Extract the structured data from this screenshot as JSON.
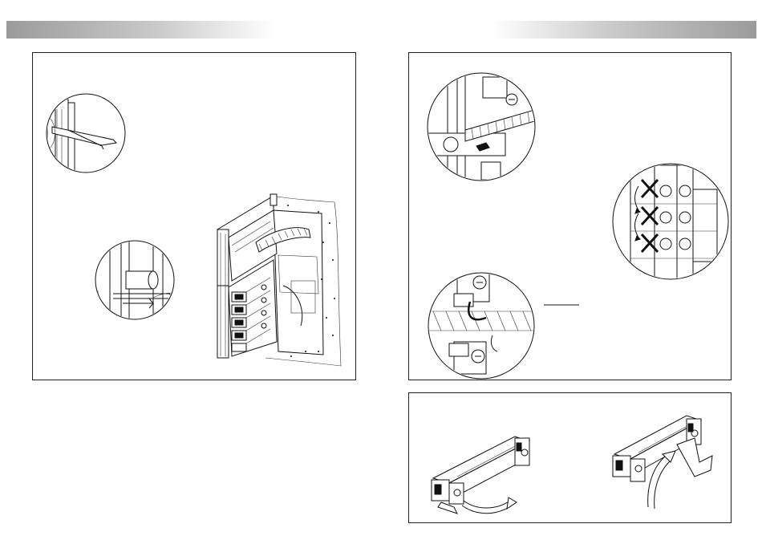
{
  "page": {
    "header_left_color": "#9b9b9b",
    "header_right_color": "#9b9b9b",
    "border_color": "#222222"
  },
  "figures": {
    "a": {
      "icons": [
        "hex-key-detail",
        "hinge-pin-detail",
        "door-panel-assembly"
      ]
    },
    "b": {
      "icons": [
        "terminal-ribbon-detail",
        "terminal-strip-wiring-detail",
        "cable-clip-detail"
      ]
    },
    "c": {
      "icons": [
        "module-bracket-left-rotate",
        "module-bracket-right-rotate"
      ]
    }
  }
}
